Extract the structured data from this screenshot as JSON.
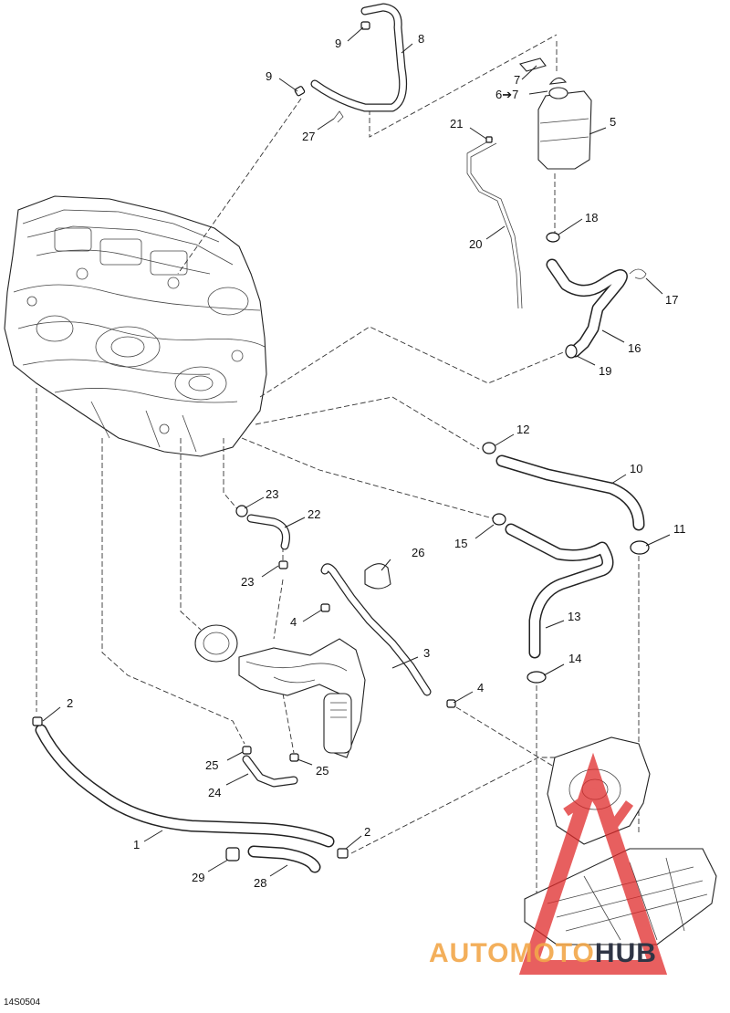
{
  "figure_id": "14S0504",
  "watermark": {
    "part1": "AUTOMOTO",
    "part2": "HUB",
    "color_primary": "#f2a74a",
    "color_secondary": "#2f3545",
    "triangle_color": "#e02a2a"
  },
  "callouts": [
    {
      "id": "c1",
      "text": "1"
    },
    {
      "id": "c2a",
      "text": "2"
    },
    {
      "id": "c2b",
      "text": "2"
    },
    {
      "id": "c3",
      "text": "3"
    },
    {
      "id": "c4a",
      "text": "4"
    },
    {
      "id": "c4b",
      "text": "4"
    },
    {
      "id": "c5",
      "text": "5"
    },
    {
      "id": "c6",
      "text": "6➔7"
    },
    {
      "id": "c7",
      "text": "7"
    },
    {
      "id": "c8",
      "text": "8"
    },
    {
      "id": "c9a",
      "text": "9"
    },
    {
      "id": "c9b",
      "text": "9"
    },
    {
      "id": "c10",
      "text": "10"
    },
    {
      "id": "c11",
      "text": "11"
    },
    {
      "id": "c12",
      "text": "12"
    },
    {
      "id": "c13",
      "text": "13"
    },
    {
      "id": "c14",
      "text": "14"
    },
    {
      "id": "c15",
      "text": "15"
    },
    {
      "id": "c16",
      "text": "16"
    },
    {
      "id": "c17",
      "text": "17"
    },
    {
      "id": "c18",
      "text": "18"
    },
    {
      "id": "c19",
      "text": "19"
    },
    {
      "id": "c20",
      "text": "20"
    },
    {
      "id": "c21",
      "text": "21"
    },
    {
      "id": "c22",
      "text": "22"
    },
    {
      "id": "c23a",
      "text": "23"
    },
    {
      "id": "c23b",
      "text": "23"
    },
    {
      "id": "c24",
      "text": "24"
    },
    {
      "id": "c25a",
      "text": "25"
    },
    {
      "id": "c25b",
      "text": "25"
    },
    {
      "id": "c26",
      "text": "26"
    },
    {
      "id": "c27",
      "text": "27"
    },
    {
      "id": "c28",
      "text": "28"
    },
    {
      "id": "c29",
      "text": "29"
    }
  ]
}
